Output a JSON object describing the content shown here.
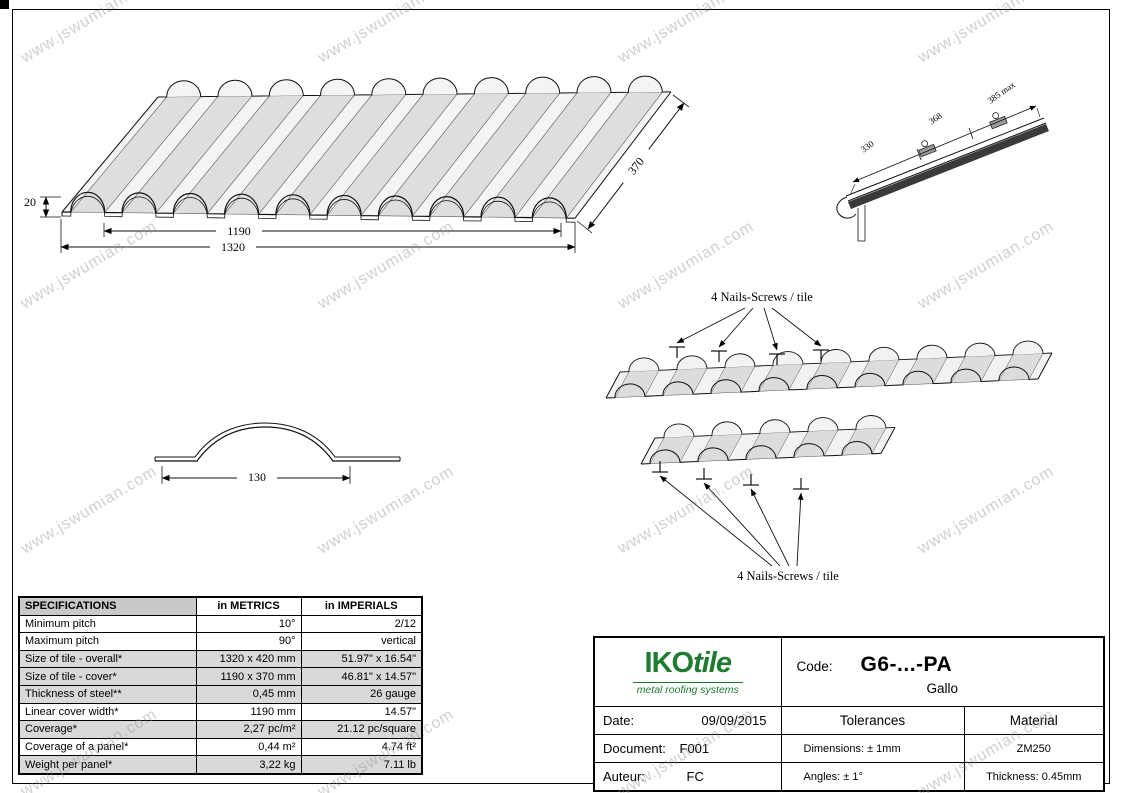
{
  "watermark": "www.jswumian.com",
  "dims": {
    "panel_height": "20",
    "cover_width": "1190",
    "overall_width": "1320",
    "panel_depth": "370",
    "profile_width": "130",
    "edge_1": "330",
    "edge_2": "368",
    "edge_3": "385 max"
  },
  "annotations": {
    "nails_top": "4 Nails-Screws / tile",
    "nails_bottom": "4 Nails-Screws / tile"
  },
  "spec_table": {
    "title": "SPECIFICATIONS",
    "col_metrics": "in METRICS",
    "col_imperials": "in IMPERIALS",
    "rows": [
      {
        "label": "Minimum pitch",
        "metric": "10°",
        "imperial": "2/12"
      },
      {
        "label": "Maximum pitch",
        "metric": "90°",
        "imperial": "vertical"
      },
      {
        "label": "Size of tile - overall*",
        "metric": "1320 x 420 mm",
        "imperial": "51.97\" x 16.54\""
      },
      {
        "label": "Size of tile - cover*",
        "metric": "1190 x 370 mm",
        "imperial": "46.81\" x 14.57\""
      },
      {
        "label": "Thickness of steel**",
        "metric": "0,45 mm",
        "imperial": "26 gauge"
      },
      {
        "label": "Linear cover width*",
        "metric": "1190 mm",
        "imperial": "14.57\""
      },
      {
        "label": "Coverage*",
        "metric": "2,27 pc/m²",
        "imperial": "21.12 pc/square"
      },
      {
        "label": "Coverage of a panel*",
        "metric": "0,44 m²",
        "imperial": "4.74 ft²"
      },
      {
        "label": "Weight per panel*",
        "metric": "3,22 kg",
        "imperial": "7.11 lb"
      }
    ]
  },
  "title_block": {
    "logo_iko": "IKO",
    "logo_tile": "tile",
    "logo_tagline": "metal roofing systems",
    "code_label": "Code:",
    "code_value": "G6-...-PA",
    "product": "Gallo",
    "date_label": "Date:",
    "date_value": "09/09/2015",
    "document_label": "Document:",
    "document_value": "F001",
    "author_label": "Auteur:",
    "author_value": "FC",
    "tolerances_title": "Tolerances",
    "tolerance_dimensions": "Dimensions: ± 1mm",
    "tolerance_angles": "Angles: ± 1°",
    "material_title": "Material",
    "material_value": "ZM250",
    "material_thickness": "Thickness: 0.45mm"
  },
  "colors": {
    "logo_green": "#1e7b2f",
    "spec_header_gray": "#c9c9c9",
    "spec_row_gray": "#d9d9d9"
  }
}
